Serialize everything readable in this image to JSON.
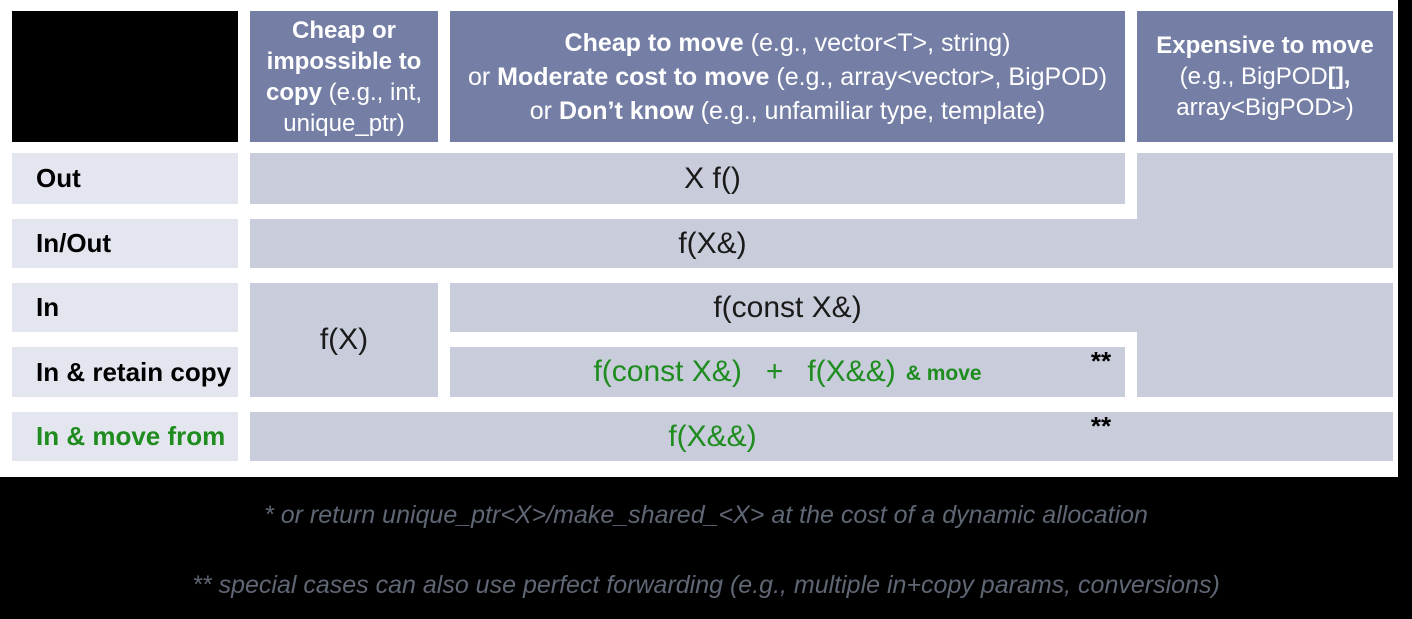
{
  "colors": {
    "header_bg": "#757fa5",
    "cell_bg": "#c8ccdb",
    "row_label_bg": "#e4e6ef",
    "highlight_green": "#1e8c1e",
    "footnote_gray": "#5f6674",
    "frame_black": "#000000",
    "page_bg": "#ffffff"
  },
  "headers": {
    "copy": {
      "bold": "Cheap or impossible to copy",
      "rest": " (e.g., int, unique_ptr)"
    },
    "move": {
      "lines": [
        {
          "pre": "",
          "bold": "Cheap to move",
          "rest": " (e.g., vector<T>, string)"
        },
        {
          "pre": "or ",
          "bold": "Moderate cost to move",
          "rest": " (e.g., array<vector>, BigPOD)"
        },
        {
          "pre": "or ",
          "bold": "Don’t know",
          "rest": " (e.g., unfamiliar type, template)"
        }
      ]
    },
    "expensive": {
      "bold": "Expensive to move",
      "rest1": " (e.g., BigPOD",
      "bold2": "[],",
      "rest2": " array<BigPOD>)"
    }
  },
  "rows": {
    "out": {
      "label": "Out",
      "cell": "X f()"
    },
    "inout": {
      "label": "In/Out",
      "cell": "f(X&)"
    },
    "in": {
      "label": "In",
      "cell": "f(const X&)",
      "col1_cell": "f(X)"
    },
    "retain": {
      "label": "In & retain copy",
      "code1": "f(const X&)",
      "plus": "+",
      "code2": "f(X&&)",
      "suffix": "& move",
      "stars": "**"
    },
    "movefrom": {
      "label": "In & move from",
      "cell": "f(X&&)",
      "stars": "**"
    }
  },
  "footnotes": {
    "first": "* or return unique_ptr<X>/make_shared_<X> at the cost of a dynamic allocation",
    "second": "** special cases can also use perfect forwarding (e.g., multiple in+copy params, conversions)"
  }
}
